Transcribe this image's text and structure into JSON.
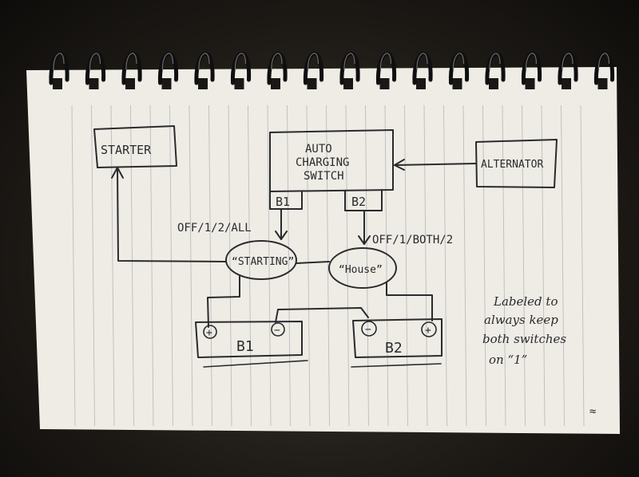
{
  "boxes": {
    "starter": "STARTER",
    "switch_line1": "AUTO",
    "switch_line2": "CHARGING",
    "switch_line3": "SWITCH",
    "alternator": "ALTERNATOR",
    "b1_tab": "B1",
    "b2_tab": "B2"
  },
  "switches": {
    "starting_label": "“STARTING”",
    "house_label": "“House”",
    "starting_positions": "OFF/1/2/ALL",
    "house_positions": "OFF/1/BOTH/2"
  },
  "batteries": {
    "b1": "B1",
    "b2": "B2",
    "plus": "+",
    "minus": "−"
  },
  "note": {
    "line1": "Labeled to",
    "line2": "always keep",
    "line3": "both switches",
    "line4": "on “1”"
  },
  "corner_mark": "≈"
}
